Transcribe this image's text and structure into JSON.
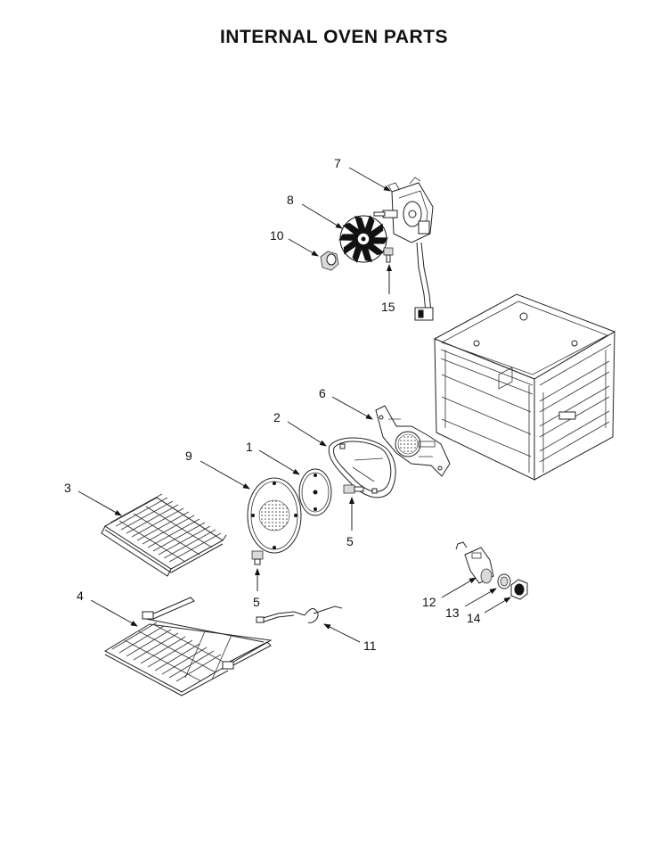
{
  "title": "INTERNAL OVEN PARTS",
  "callouts": {
    "c1": "1",
    "c2": "2",
    "c3": "3",
    "c4": "4",
    "c5a": "5",
    "c5b": "5",
    "c6": "6",
    "c7": "7",
    "c8": "8",
    "c9": "9",
    "c10": "10",
    "c11": "11",
    "c12": "12",
    "c13": "13",
    "c14": "14",
    "c15": "15"
  }
}
